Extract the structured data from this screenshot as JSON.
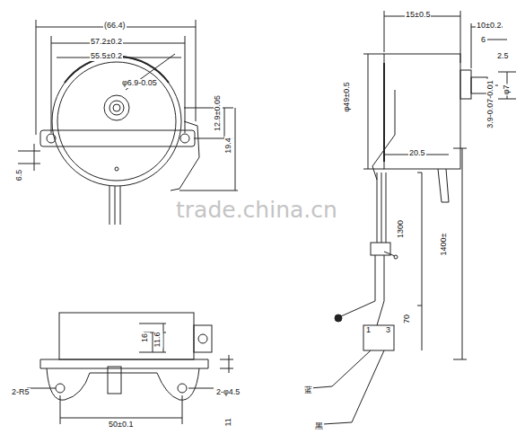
{
  "diagram": {
    "labels": [
      "(66.4)",
      "57.2±0.2",
      "55.5±0.2",
      "φ6.9-0.05",
      "12.9±0.05",
      "19.4",
      "6.5",
      "15±0.5",
      "10±0.2",
      "6",
      "2.5",
      "φ7",
      "3.9-0.07-0.01",
      "φ49±0.5",
      "20.5",
      "1300",
      "1400±",
      "70",
      "16",
      "11.6",
      "50±0.1",
      "2-R5",
      "2-φ4.5",
      "11",
      "1",
      "3",
      "蓝",
      "黑",
      "trade.china.cn"
    ]
  }
}
